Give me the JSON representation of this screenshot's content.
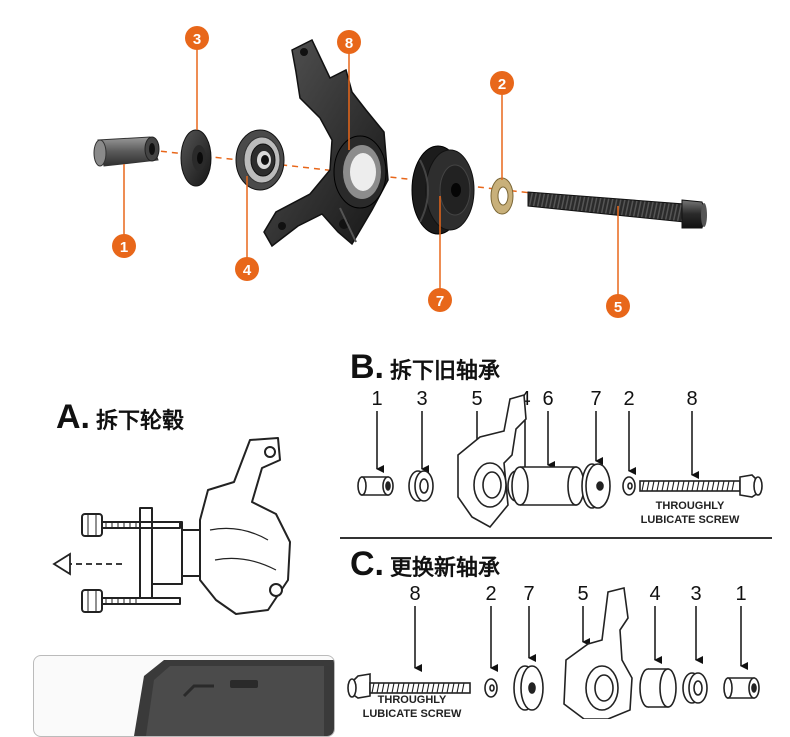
{
  "photo_callouts": [
    "3",
    "8",
    "2",
    "1",
    "4",
    "7",
    "5"
  ],
  "panel_a": {
    "letter": "A.",
    "title": "拆下轮毂"
  },
  "panel_b": {
    "letter": "B.",
    "title": "拆下旧轴承",
    "part_numbers": [
      "1",
      "3",
      "5",
      "4",
      "6",
      "7",
      "2",
      "8"
    ],
    "note_line1": "THROUGHLY",
    "note_line2": "LUBICATE SCREW"
  },
  "panel_c": {
    "letter": "C.",
    "title": "更换新轴承",
    "part_numbers": [
      "8",
      "2",
      "7",
      "5",
      "4",
      "3",
      "1"
    ],
    "note_line1": "THROUGHLY",
    "note_line2": "LUBICATE SCREW"
  },
  "colors": {
    "badge": "#e8671a",
    "leader": "#e8671a",
    "metal_dark": "#3a3a3a",
    "line_art": "#222222"
  }
}
